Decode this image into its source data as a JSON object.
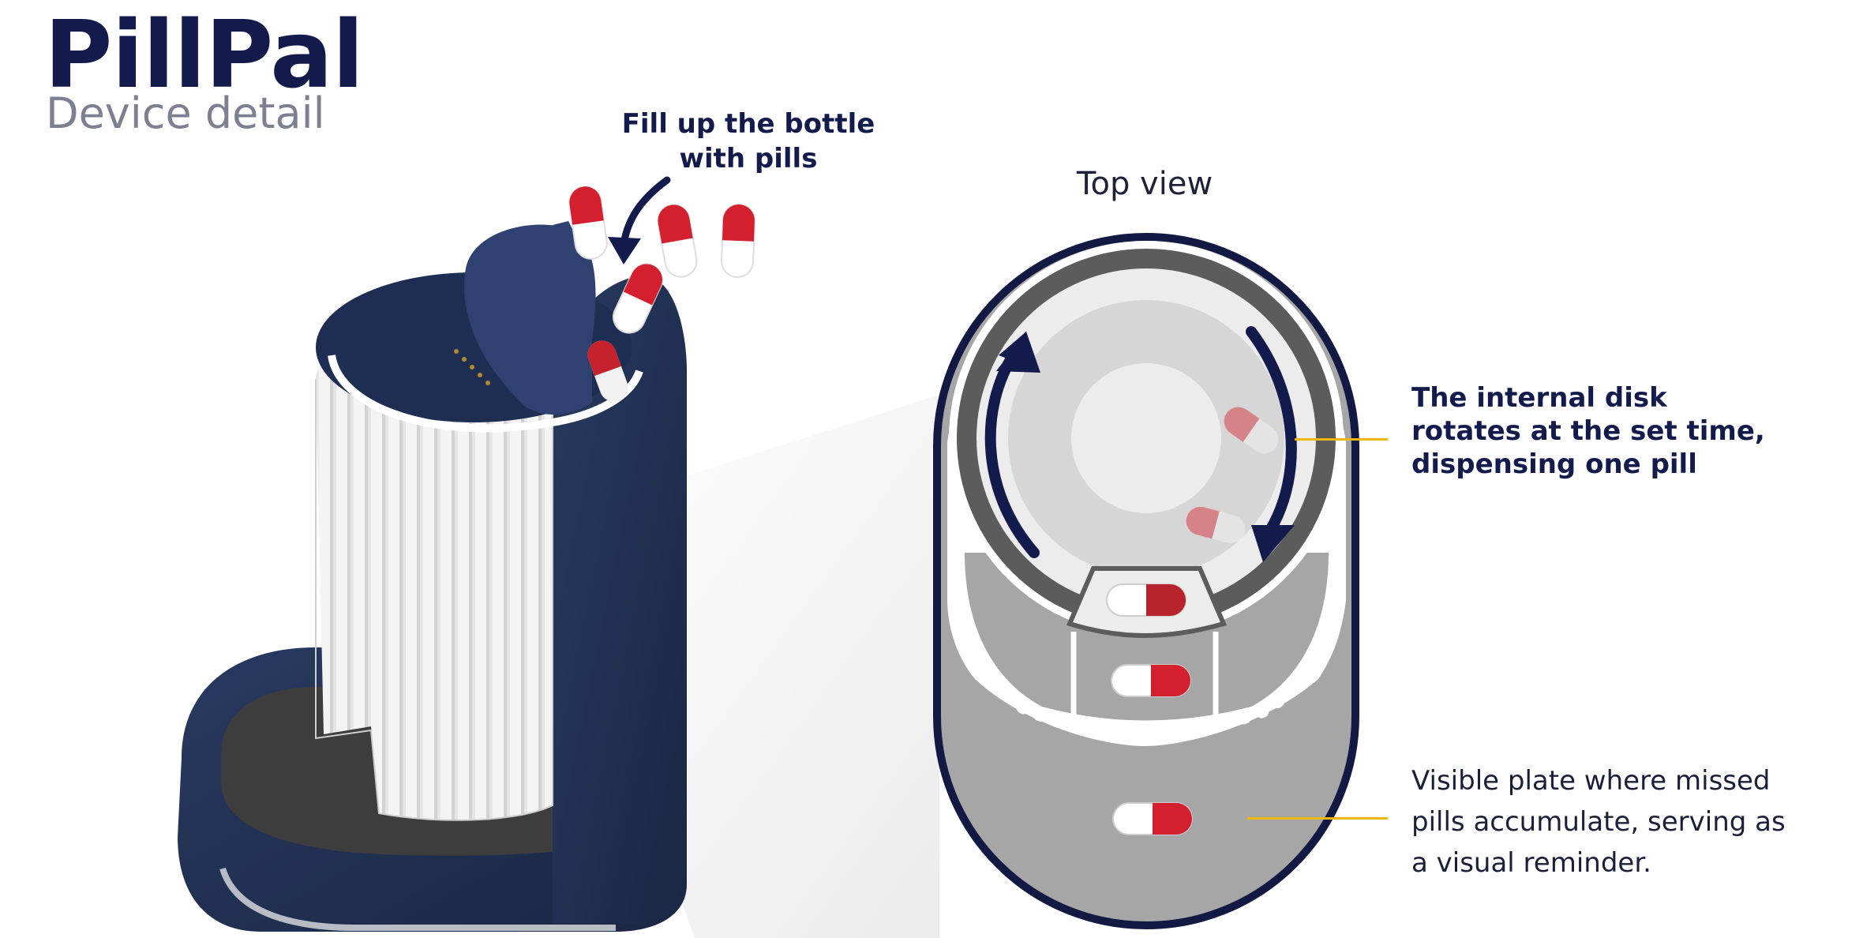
{
  "header": {
    "title": "PillPal",
    "subtitle": "Device detail"
  },
  "annotations": {
    "fill": "Fill up the bottle with pills",
    "top_view": "Top view",
    "disk": "The internal disk rotates at the set time, dispensing one pill",
    "plate": "Visible plate where missed pills accumulate, serving as a visual reminder."
  },
  "colors": {
    "navy": "#1b2a4a",
    "title": "#131b4d",
    "pill_red": "#d41f2e",
    "accent_line": "#f2b705",
    "plate_gray": "#a6a6a6"
  }
}
